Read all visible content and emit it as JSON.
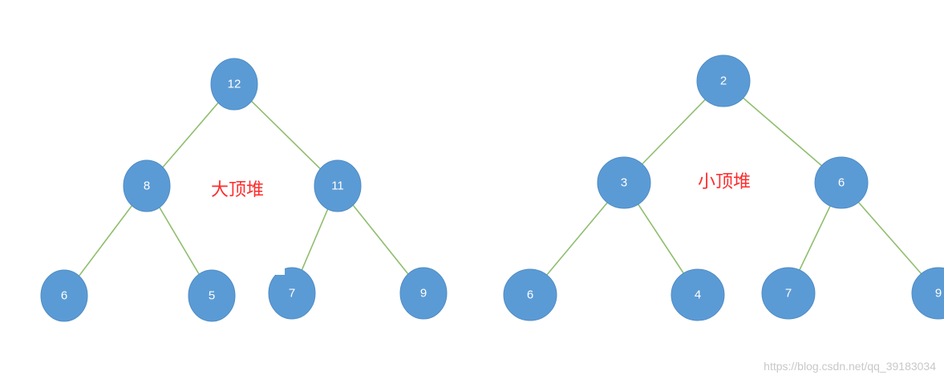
{
  "max_heap": {
    "title": "大顶堆",
    "nodes": [
      {
        "id": "m0",
        "label": "12"
      },
      {
        "id": "m1",
        "label": "8"
      },
      {
        "id": "m2",
        "label": "11"
      },
      {
        "id": "m3",
        "label": "6"
      },
      {
        "id": "m4",
        "label": "5"
      },
      {
        "id": "m5",
        "label": "7"
      },
      {
        "id": "m6",
        "label": "9"
      }
    ],
    "edges": [
      [
        "m0",
        "m1"
      ],
      [
        "m0",
        "m2"
      ],
      [
        "m1",
        "m3"
      ],
      [
        "m1",
        "m4"
      ],
      [
        "m2",
        "m5"
      ],
      [
        "m2",
        "m6"
      ]
    ]
  },
  "min_heap": {
    "title": "小顶堆",
    "nodes": [
      {
        "id": "n0",
        "label": "2"
      },
      {
        "id": "n1",
        "label": "3"
      },
      {
        "id": "n2",
        "label": "6"
      },
      {
        "id": "n3",
        "label": "6"
      },
      {
        "id": "n4",
        "label": "4"
      },
      {
        "id": "n5",
        "label": "7"
      },
      {
        "id": "n6",
        "label": "9"
      }
    ],
    "edges": [
      [
        "n0",
        "n1"
      ],
      [
        "n0",
        "n2"
      ],
      [
        "n1",
        "n3"
      ],
      [
        "n1",
        "n4"
      ],
      [
        "n2",
        "n5"
      ],
      [
        "n2",
        "n6"
      ]
    ]
  },
  "watermark": "https://blog.csdn.net/qq_39183034",
  "colors": {
    "node_fill": "#5b9bd5",
    "edge": "#8fbe6e",
    "title": "#ff2b2b"
  }
}
